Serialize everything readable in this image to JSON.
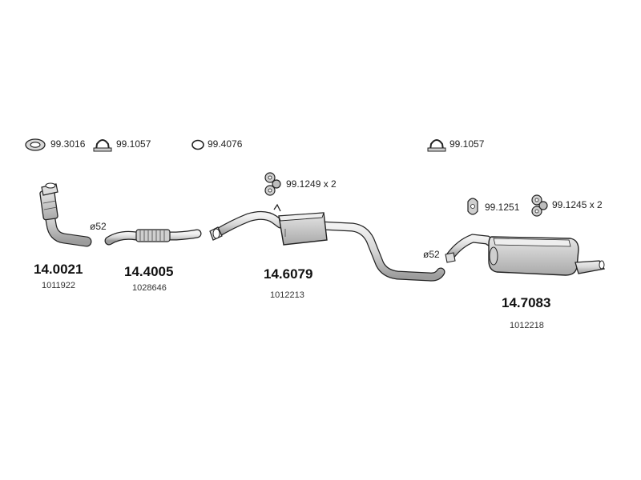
{
  "diagram": {
    "accessories": [
      {
        "id": "acc-1",
        "code": "99.3016",
        "icon": "gasket-ring-icon"
      },
      {
        "id": "acc-2",
        "code": "99.1057",
        "icon": "clamp-icon"
      },
      {
        "id": "acc-3",
        "code": "99.4076",
        "icon": "o-ring-icon"
      },
      {
        "id": "acc-4",
        "code": "99.1057",
        "icon": "clamp-icon"
      },
      {
        "id": "acc-5",
        "code": "99.1249 x 2",
        "icon": "rubber-hanger-icon"
      },
      {
        "id": "acc-6",
        "code": "99.1251",
        "icon": "rubber-mount-icon"
      },
      {
        "id": "acc-7",
        "code": "99.1245 x 2",
        "icon": "rubber-hanger-icon"
      }
    ],
    "parts": [
      {
        "id": "part-1",
        "number": "14.0021",
        "ref": "1011922",
        "icon": "front-pipe-icon"
      },
      {
        "id": "part-2",
        "number": "14.4005",
        "ref": "1028646",
        "icon": "flex-pipe-icon"
      },
      {
        "id": "part-3",
        "number": "14.6079",
        "ref": "1012213",
        "icon": "middle-silencer-icon"
      },
      {
        "id": "part-4",
        "number": "14.7083",
        "ref": "1012218",
        "icon": "rear-silencer-icon"
      }
    ],
    "diameters": [
      {
        "id": "dia-1",
        "text": "ø52"
      },
      {
        "id": "dia-2",
        "text": "ø52"
      }
    ]
  }
}
